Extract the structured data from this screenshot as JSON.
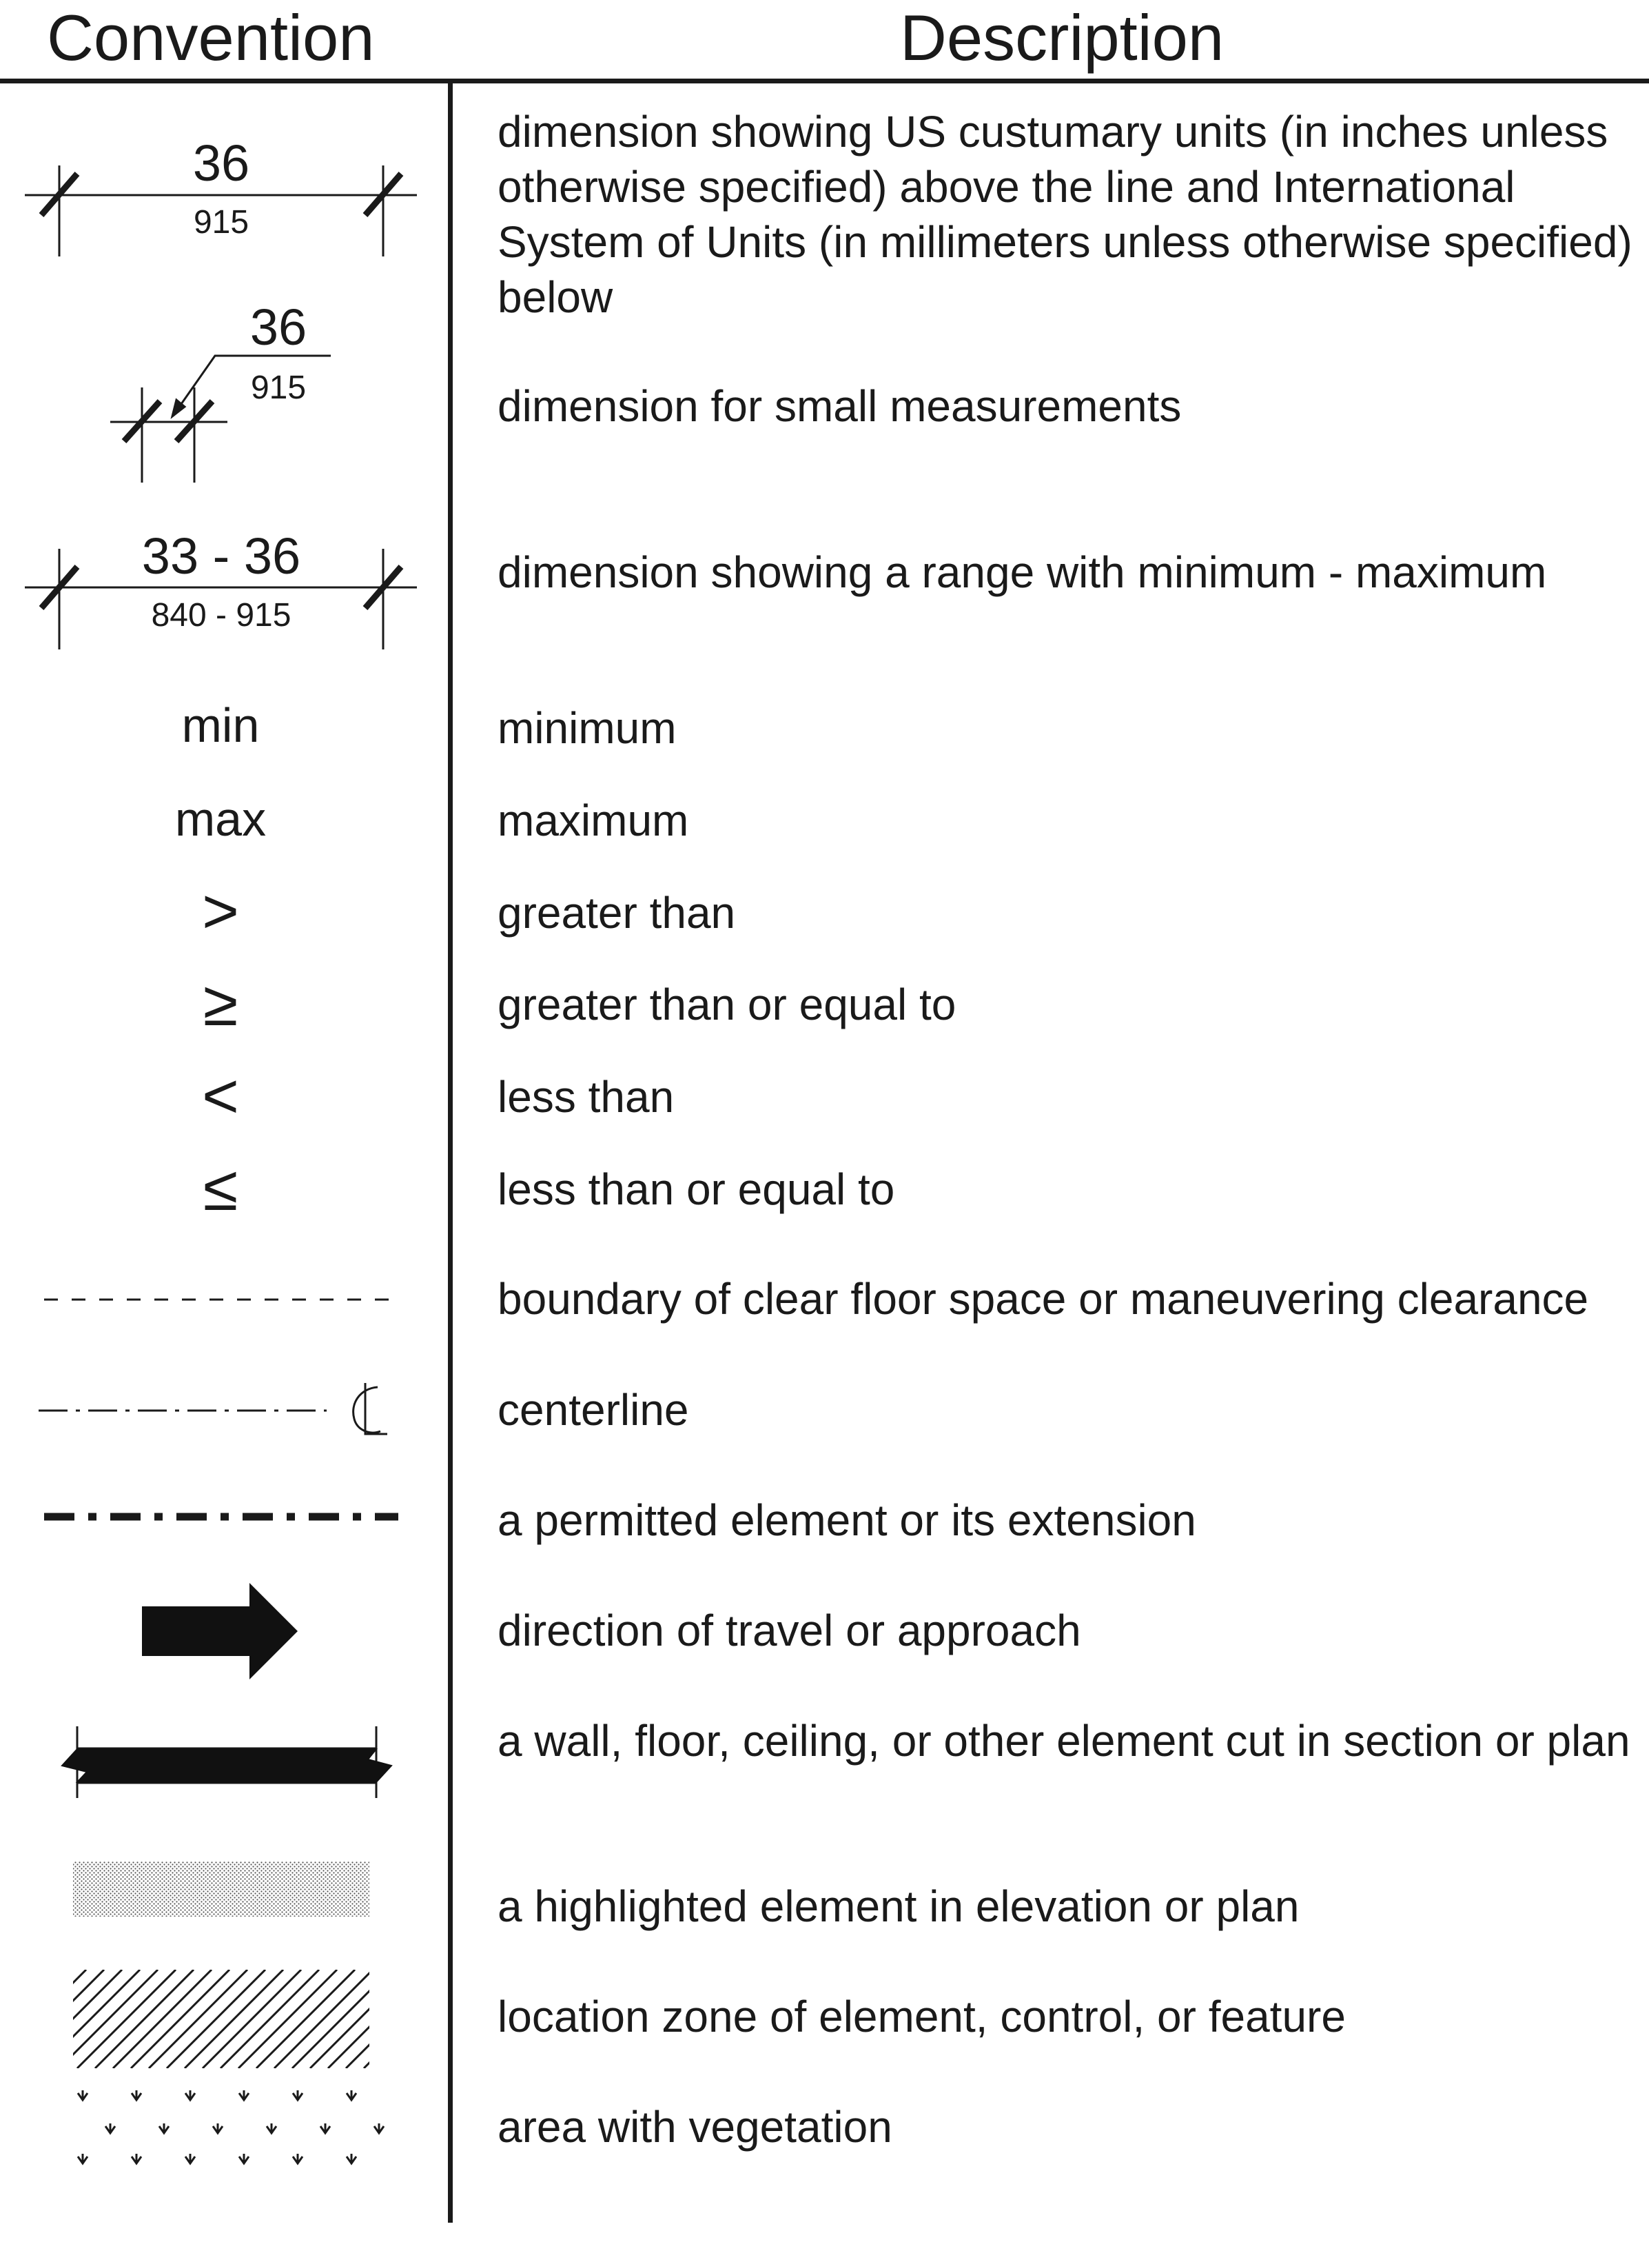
{
  "headers": {
    "convention": "Convention",
    "description": "Description"
  },
  "dimension_labels": {
    "std_in": "36",
    "std_mm": "915",
    "small_in": "36",
    "small_mm": "915",
    "range_in": "33 - 36",
    "range_mm": "840 - 915"
  },
  "symbols": {
    "min": "min",
    "max": "max",
    "gt": ">",
    "ge": "≥",
    "lt": "<",
    "le": "≤"
  },
  "rows": [
    {
      "description": "dimension showing US custumary units (in inches unless otherwise specified) above the line and International System of Units (in millimeters unless otherwise specified) below"
    },
    {
      "description": "dimension for small measurements"
    },
    {
      "description": "dimension showing a range with minimum - maximum"
    },
    {
      "description": "minimum"
    },
    {
      "description": "maximum"
    },
    {
      "description": "greater than"
    },
    {
      "description": "greater than or equal to"
    },
    {
      "description": "less than"
    },
    {
      "description": "less than or equal to"
    },
    {
      "description": "boundary of clear floor space or maneuvering clearance"
    },
    {
      "description": "centerline"
    },
    {
      "description": "a permitted element or its extension"
    },
    {
      "description": "direction of travel or approach"
    },
    {
      "description": "a wall, floor, ceiling, or other element cut in section or plan"
    },
    {
      "description": "a highlighted element in elevation or plan"
    },
    {
      "description": "location zone of element, control, or feature"
    },
    {
      "description": "area with vegetation"
    }
  ],
  "icons": [
    "dimension-icon",
    "small-dimension-icon",
    "range-dimension-icon",
    "dashed-line-icon",
    "centerline-icon",
    "dash-dot-line-icon",
    "arrow-right-icon",
    "wall-section-icon",
    "stipple-fill-icon",
    "hatch-fill-icon",
    "vegetation-icon"
  ]
}
